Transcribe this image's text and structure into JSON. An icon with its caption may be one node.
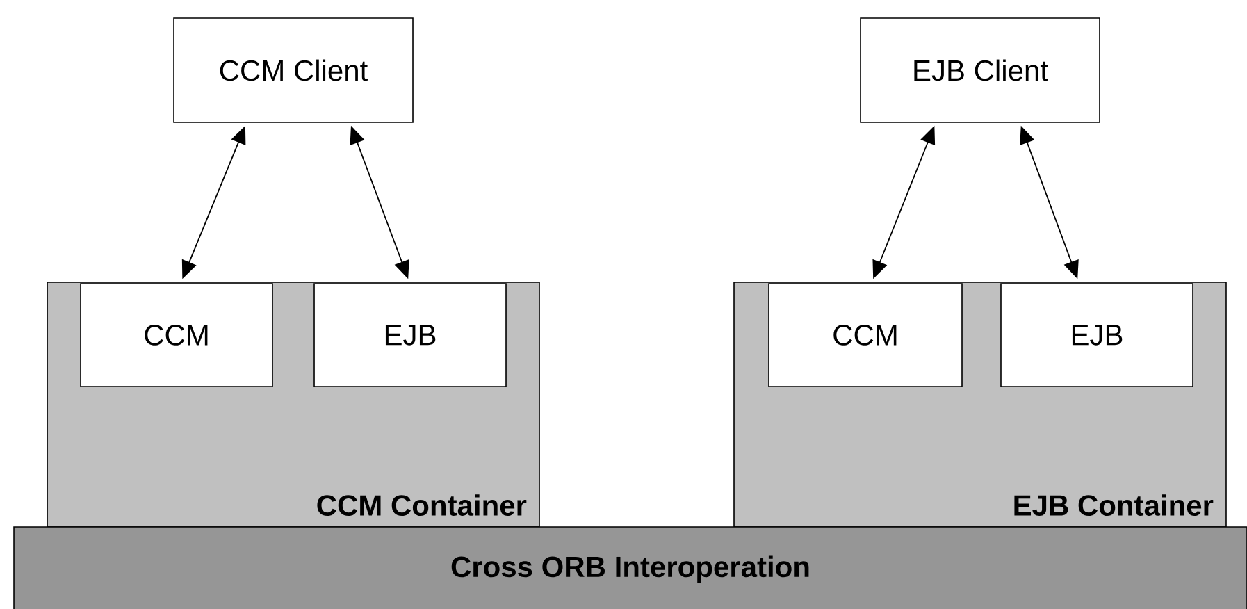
{
  "diagram": {
    "nodes": [
      {
        "text": [
          "CCM Client"
        ]
      },
      {
        "text": [
          "EJB Client"
        ]
      },
      {
        "text": [
          "CCM Container"
        ]
      },
      {
        "text": [
          "CCM"
        ],
        "in": 2
      },
      {
        "text": [
          "EJB"
        ],
        "in": 2
      },
      {
        "text": [
          "EJB Container"
        ]
      },
      {
        "text": [
          "CCM"
        ],
        "in": 5
      },
      {
        "text": [
          "EJB"
        ],
        "in": 5
      },
      {
        "text": [
          "Cross ORB Interoperation"
        ]
      }
    ],
    "edges": [
      {
        "from": 0,
        "to": 3,
        "arrow": "both"
      },
      {
        "from": 0,
        "to": 4,
        "arrow": "both"
      },
      {
        "from": 1,
        "to": 6,
        "arrow": "both"
      },
      {
        "from": 1,
        "to": 7,
        "arrow": "both"
      }
    ]
  }
}
